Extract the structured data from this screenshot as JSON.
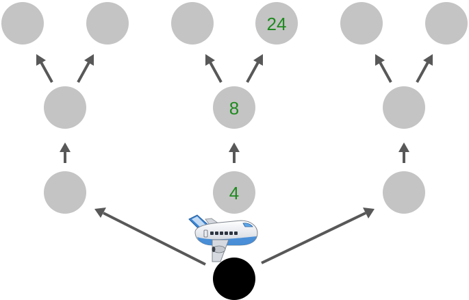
{
  "nodes": {
    "top_1": {
      "value": ""
    },
    "top_2": {
      "value": ""
    },
    "top_3": {
      "value": ""
    },
    "top_4": {
      "value": "24"
    },
    "top_5": {
      "value": ""
    },
    "top_6": {
      "value": ""
    },
    "mid_left": {
      "value": ""
    },
    "mid_center": {
      "value": "8"
    },
    "mid_right": {
      "value": ""
    },
    "low_left": {
      "value": ""
    },
    "low_center": {
      "value": "4"
    },
    "low_right": {
      "value": ""
    }
  },
  "colors": {
    "node_fill": "#c4c4c4",
    "value_text": "#1f8a1f",
    "arrow": "#585858",
    "start_node": "#000000",
    "plane_body": "#e8eaee",
    "plane_accent": "#3a86d6"
  },
  "icons": {
    "player_marker": "airplane-icon"
  }
}
